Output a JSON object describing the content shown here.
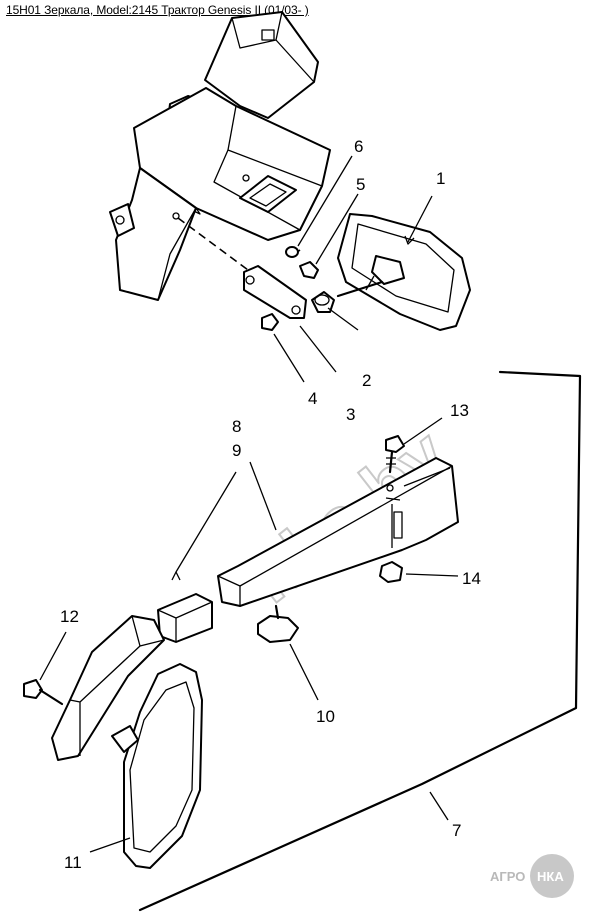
{
  "title": "15H01 Зеркала, Model:2145 Трактор Genesis II (01/03- )",
  "watermark": "nka.by",
  "logo": {
    "left": "АГРО",
    "right": "НКА"
  },
  "callouts": [
    "1",
    "2",
    "3",
    "4",
    "5",
    "6",
    "7",
    "8",
    "9",
    "10",
    "11",
    "12",
    "13",
    "14"
  ]
}
